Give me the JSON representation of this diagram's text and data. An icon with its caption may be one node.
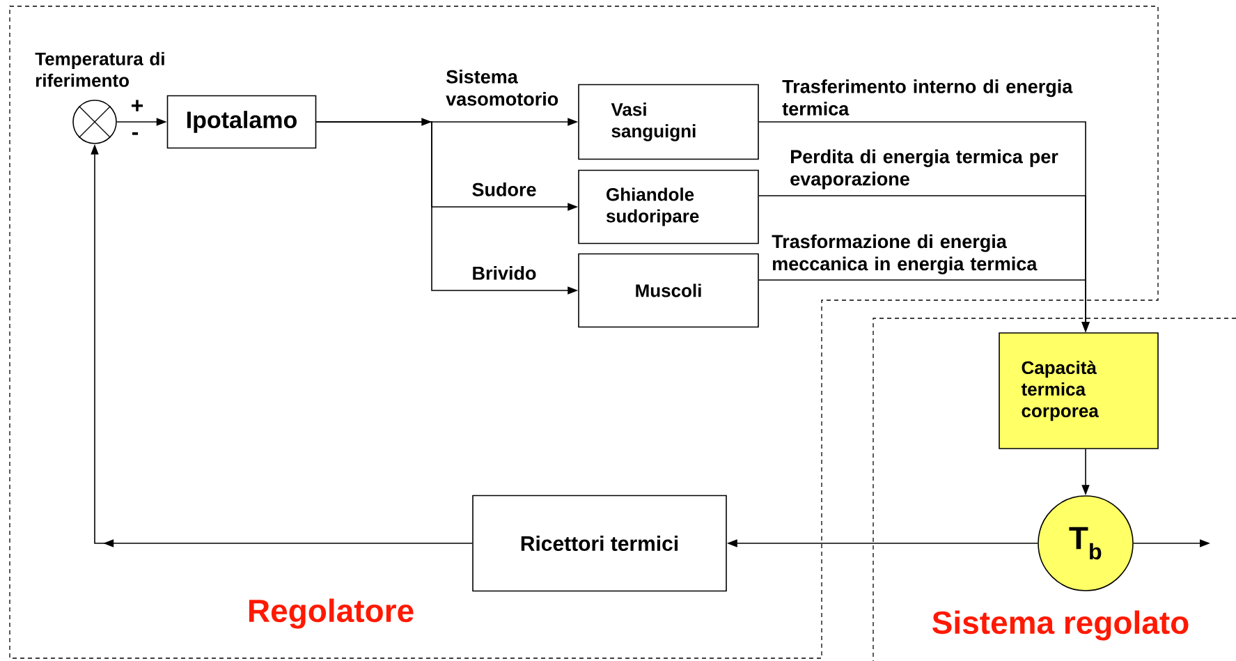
{
  "diagram": {
    "nodes": [
      {
        "text": [
          "Regolatore"
        ]
      },
      {
        "text": [
          "Sistema regolato"
        ]
      },
      {
        "text": [],
        "shape": "circle",
        "beside": [
          "Temperatura di riferimento"
        ],
        "in": 0
      },
      {
        "text": [
          "Ipotalamo"
        ],
        "in": 0
      },
      {
        "text": [
          "Vasi sanguigni"
        ],
        "in": 0
      },
      {
        "text": [
          "Ghiandole sudoripare"
        ],
        "in": 0
      },
      {
        "text": [
          "Muscoli"
        ],
        "in": 0
      },
      {
        "text": [
          "Capacità termica corporea"
        ],
        "in": 1
      },
      {
        "text": [
          "T$_{b}$"
        ],
        "in": 1
      },
      {
        "text": [
          "Ricettori termici"
        ],
        "in": 0
      }
    ],
    "edges": [
      {
        "from": 2,
        "to": 3,
        "arrow": "to"
      },
      {
        "from": 3,
        "to": 4,
        "arrow": "to",
        "label": "Sistema vasomotorio"
      },
      {
        "from": 3,
        "to": 5,
        "arrow": "to",
        "label": "Sudore"
      },
      {
        "from": 3,
        "to": 6,
        "arrow": "to",
        "label": "Brivido"
      },
      {
        "from": 4,
        "to": 7,
        "arrow": "to",
        "label": "Trasferimento interno di energia termica"
      },
      {
        "from": 5,
        "to": 7,
        "arrow": "to",
        "label": "Perdita di energia termica per evaporazione"
      },
      {
        "from": 6,
        "to": 7,
        "arrow": "to",
        "label": "Trasformazione di energia meccanica in energia termica"
      },
      {
        "from": 7,
        "to": 8,
        "arrow": "to"
      },
      {
        "from": 8,
        "to": 9,
        "arrow": "to"
      },
      {
        "from": 8,
        "to": null,
        "arrow": "to"
      },
      {
        "from": 9,
        "to": 2,
        "arrow": "to"
      }
    ],
    "labels": [
      "+",
      "-"
    ]
  }
}
